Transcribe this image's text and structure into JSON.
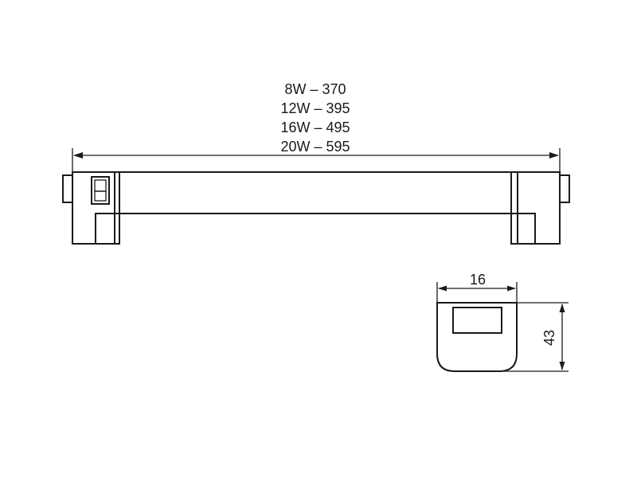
{
  "length_dimension": {
    "variants": [
      {
        "label": "8W – 370"
      },
      {
        "label": "12W – 395"
      },
      {
        "label": "16W – 495"
      },
      {
        "label": "20W – 595"
      }
    ]
  },
  "cross_section": {
    "width_label": "16",
    "height_label": "43"
  }
}
